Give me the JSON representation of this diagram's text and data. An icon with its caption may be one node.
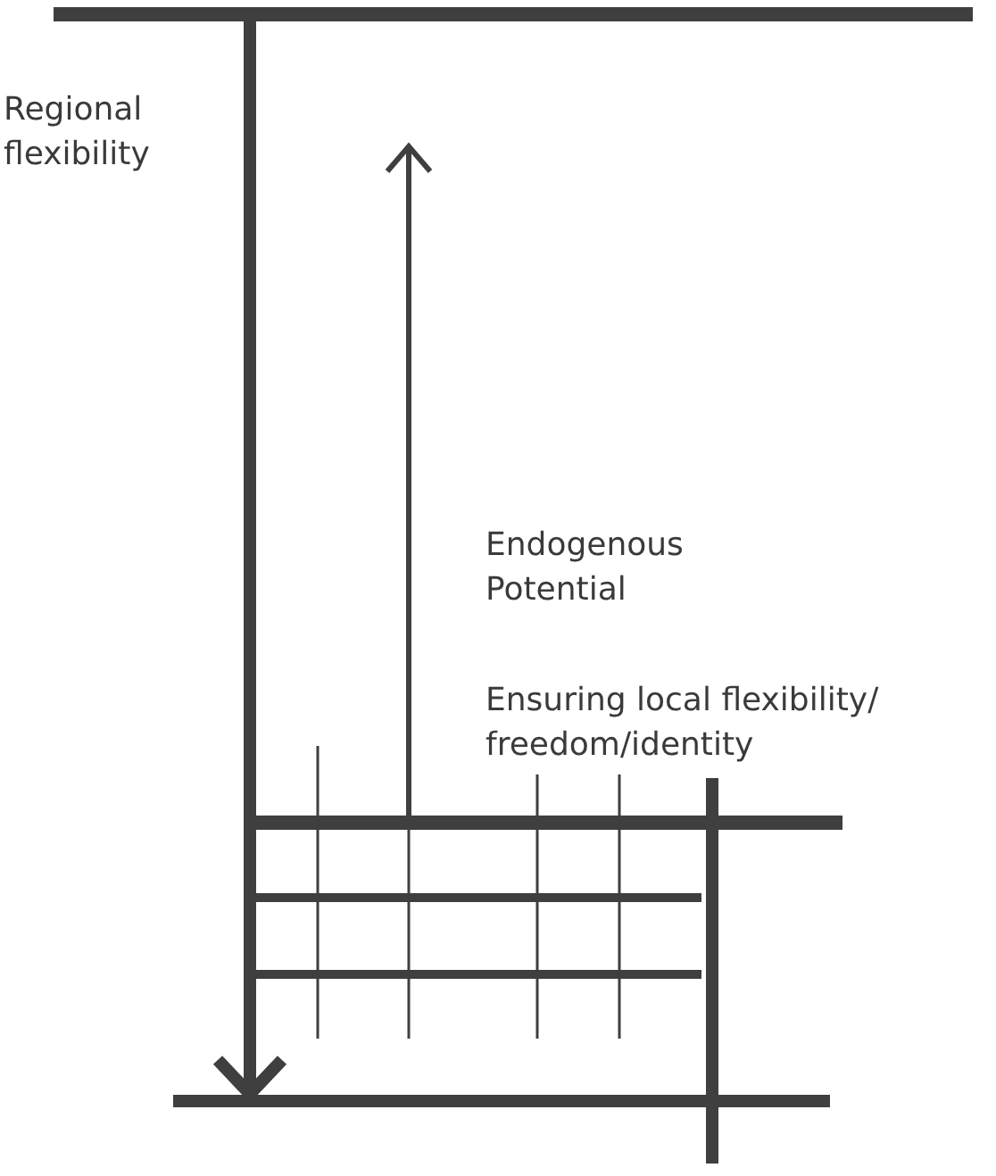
{
  "diagram": {
    "labels": [
      "Regional flexibility",
      "Endogenous Potential",
      "Ensuring local flexibility/ freedom/identity"
    ]
  }
}
